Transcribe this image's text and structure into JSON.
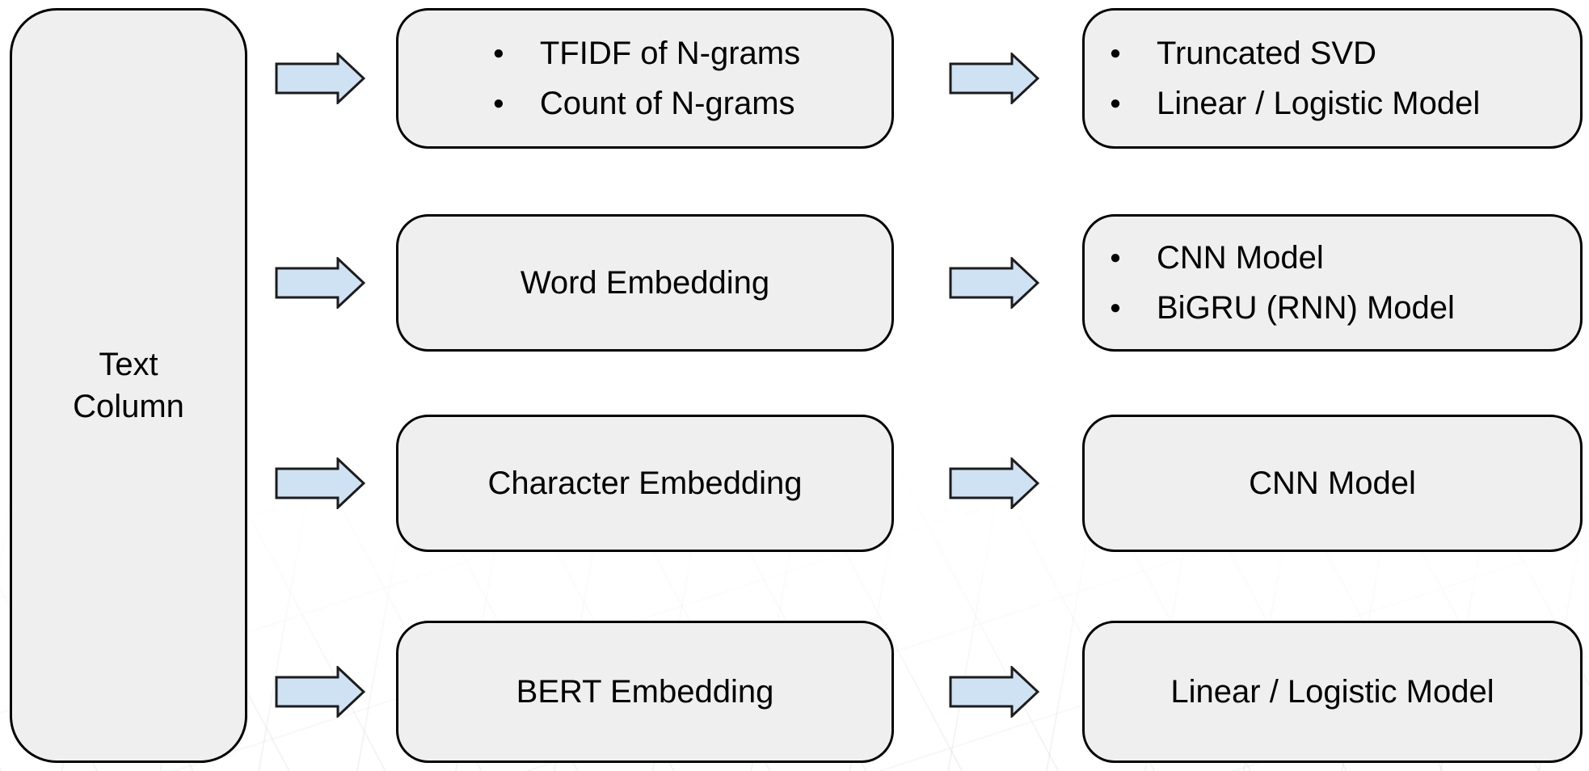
{
  "diagram": {
    "source_label": "Text Column",
    "bullet_glyph": "●",
    "rows": [
      {
        "features": {
          "items": [
            "TFIDF of N-grams",
            "Count of N-grams"
          ]
        },
        "models": {
          "items": [
            "Truncated SVD",
            "Linear / Logistic Model"
          ]
        }
      },
      {
        "features": {
          "label": "Word Embedding"
        },
        "models": {
          "items": [
            "CNN Model",
            "BiGRU (RNN) Model"
          ]
        }
      },
      {
        "features": {
          "label": "Character Embedding"
        },
        "models": {
          "label": "CNN Model"
        }
      },
      {
        "features": {
          "label": "BERT Embedding"
        },
        "models": {
          "label": "Linear / Logistic Model"
        }
      }
    ],
    "colors": {
      "background": "#ffffff",
      "box_fill": "#efefef",
      "box_border": "#000000",
      "arrow_fill": "#cfe2f3",
      "arrow_border": "#1c1c1c",
      "text": "#000000"
    }
  }
}
